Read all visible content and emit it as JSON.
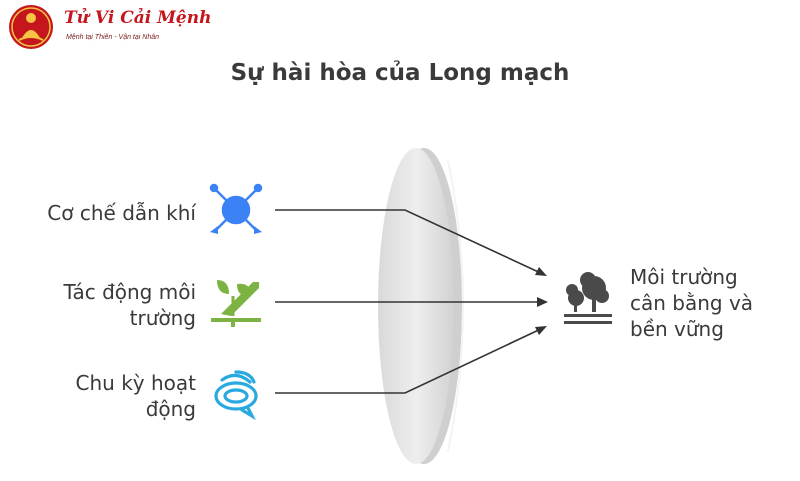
{
  "brand": {
    "name": "Tử Vi Cải Mệnh",
    "tagline": "Mệnh tại Thiên - Vận tại Nhân"
  },
  "diagram": {
    "title": "Sự hài hòa của Long mạch",
    "inputs": [
      {
        "label_lines": [
          "Cơ chế dẫn khí"
        ],
        "icon": "network-node-icon",
        "color": "#3b82f6"
      },
      {
        "label_lines": [
          "Tác động môi",
          "trường"
        ],
        "icon": "plant-sprout-icon",
        "color": "#7cb342"
      },
      {
        "label_lines": [
          "Chu kỳ hoạt",
          "động"
        ],
        "icon": "spiral-cycle-icon",
        "color": "#29a9e0"
      }
    ],
    "output": {
      "label_lines": [
        "Môi trường",
        "cân bằng và",
        "bền vững"
      ],
      "icon": "trees-landscape-icon",
      "color": "#4a4a4a"
    },
    "colors": {
      "text": "#3a3a3a",
      "lens": "#e6e6e6",
      "arrow": "#333333"
    }
  }
}
